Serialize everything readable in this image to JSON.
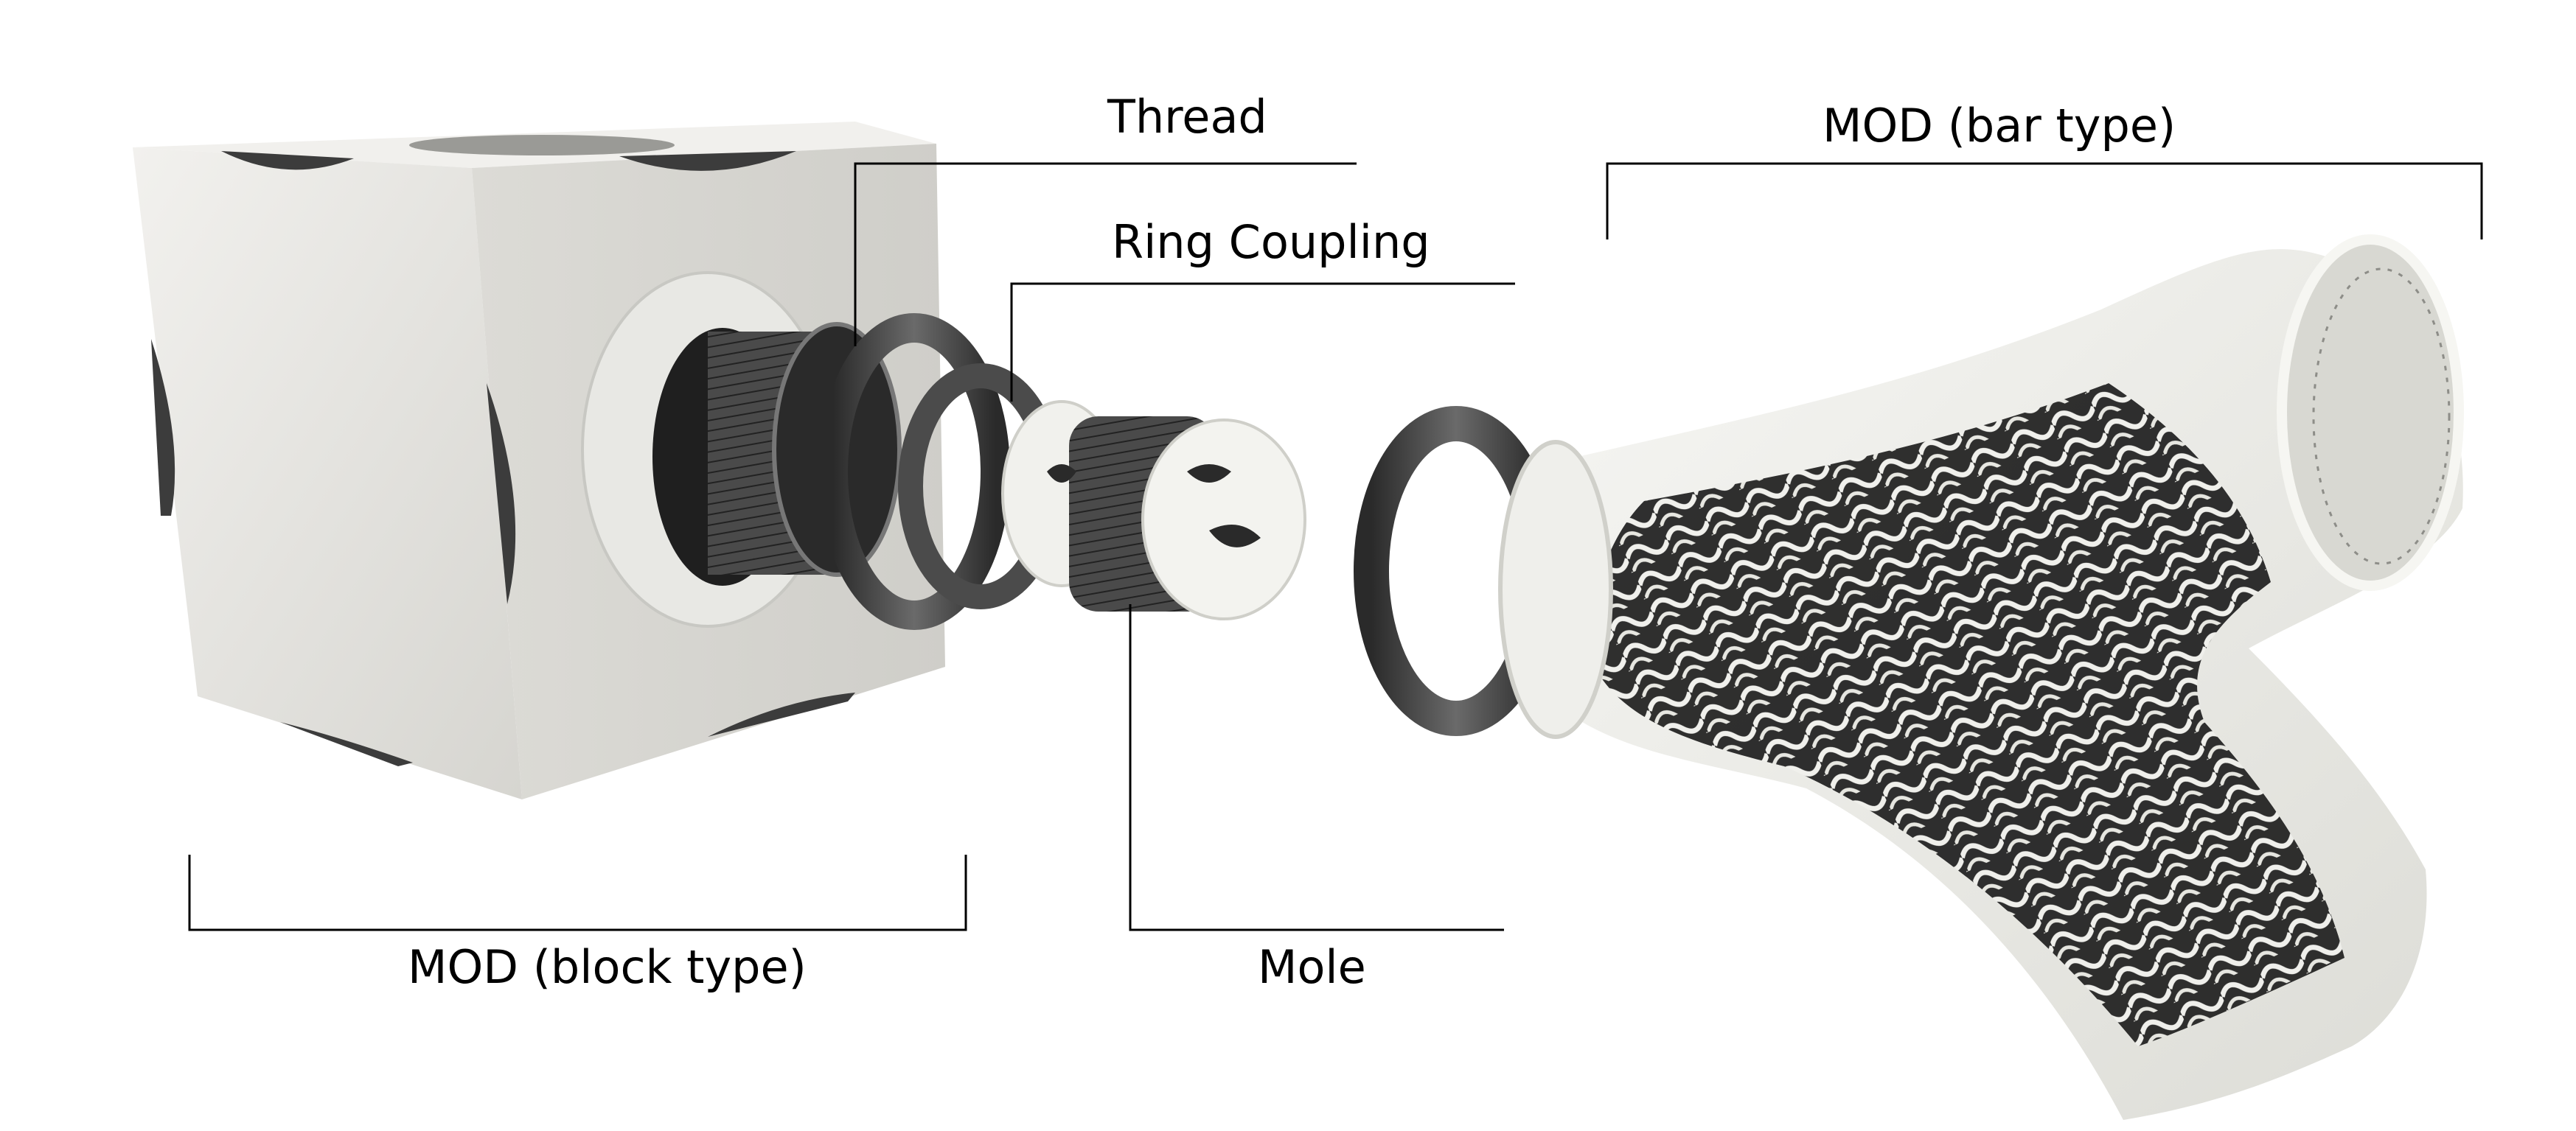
{
  "labels": {
    "thread": "Thread",
    "ring_coupling": "Ring Coupling",
    "mod_bar_type": "MOD (bar type)",
    "mod_block_type": "MOD (block type)",
    "mole": "Mole"
  },
  "colors": {
    "block_face_front": "#e7e6e1",
    "block_face_side": "#d9d8d3",
    "block_face_top": "#f1f0ed",
    "dark_part": "#3e3e3e",
    "white_part": "#f2f2ee",
    "leader_line": "#000000"
  }
}
